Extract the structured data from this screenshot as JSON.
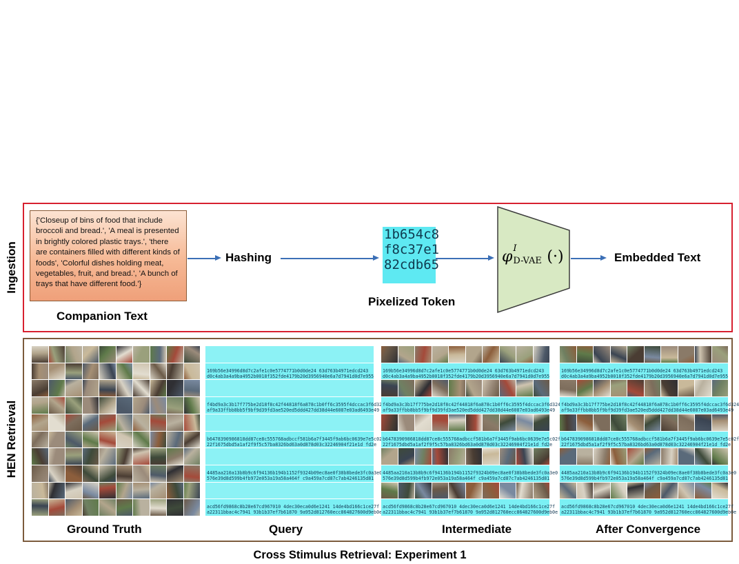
{
  "figure": {
    "caption": "Cross Stimulus Retrieval: Experiment 1"
  },
  "ingestion": {
    "section_label": "Ingestion",
    "companion_text": "{'Closeup of bins of food that include broccoli and bread.', 'A meal is presented in brightly colored plastic trays.', 'there are containers filled with different kinds of foods', 'Colorful dishes holding meat, vegetables, fruit, and bread.', 'A bunch of trays that have different food.'}",
    "companion_label": "Companion Text",
    "hashing_label": "Hashing",
    "token_lines": [
      "1b654c8",
      "f8c37e1",
      "82cdb65"
    ],
    "token_label": "Pixelized Token",
    "decoder_symbol": "φ",
    "decoder_superscript": "I",
    "decoder_subscript": "D-VAE",
    "decoder_argument": "(·)",
    "output_label": "Embedded Text"
  },
  "retrieval": {
    "section_label": "HEN Retrieval",
    "panels": [
      {
        "label": "Ground Truth"
      },
      {
        "label": "Query"
      },
      {
        "label": "Intermediate"
      },
      {
        "label": "After Convergence"
      }
    ],
    "hash_rows": [
      [
        "169b56e34996d8d7c2afe1c0e5774771b0d0de24 63d763b4971edcd243",
        "d0c4ab3a4a9ba4952b0018f352fde4179b20d3956940e6a7d7941d0d7e955"
      ],
      [
        "f4bd9a3c3b17f775be2d18f8c42f44818f6a878c1b0ff6c3595f4dccac3f6d324",
        "af9a33ffbb8bb5f9bf9d39fd3ae520ed5ddd427dd38d44e6087e03ad6493e49"
      ],
      [
        "b6478390986818dd87ce8c555768adbccf581b6a7f3445f9ab6bc0639e7e5c02f",
        "22f1675dbd5a1af2f9f5c57ba8326bd63a0d878d03c32246904f21e1d fd2e"
      ],
      [
        "4485aa210a13b8b9c6f94136b194b1152f9324b09ec8ae0f38b8bede3fc0a3e0",
        "576e39d8d599b4fb972e053a19a58a464f c9a459a7cd87c7ab4246135d81"
      ],
      [
        "acd56fd9868c8b28e67cd967010 4dec30eca0d6e1241 14de4bd166c1ce27f",
        "a22311bbac4c7941 93b1b37ef7b61870 9a952d812760ecc864827600d9eb0e"
      ]
    ]
  }
}
